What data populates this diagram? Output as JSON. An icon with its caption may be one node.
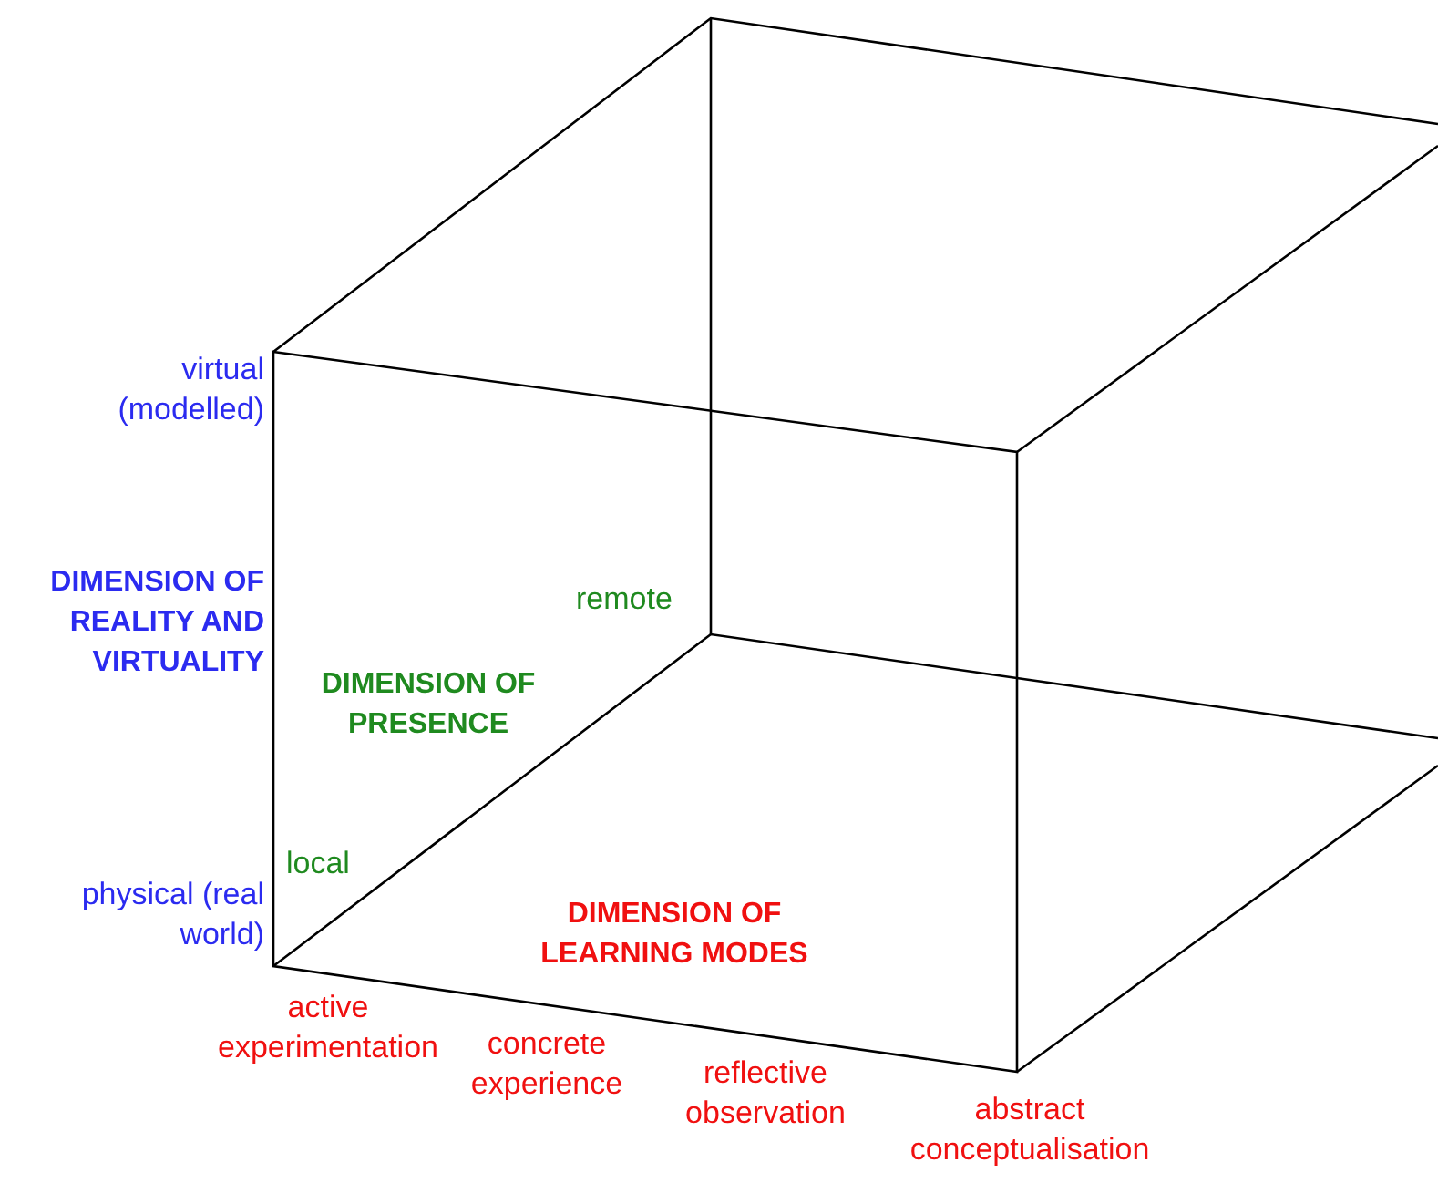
{
  "diagram": {
    "labels": [
      "virtual (modelled)",
      "DIMENSION OF REALITY AND VIRTUALITY",
      "remote",
      "DIMENSION OF PRESENCE",
      "local",
      "physical (real world)",
      "DIMENSION OF LEARNING MODES",
      "active experimentation",
      "concrete experience",
      "reflective observation",
      "abstract conceptualisation"
    ]
  }
}
